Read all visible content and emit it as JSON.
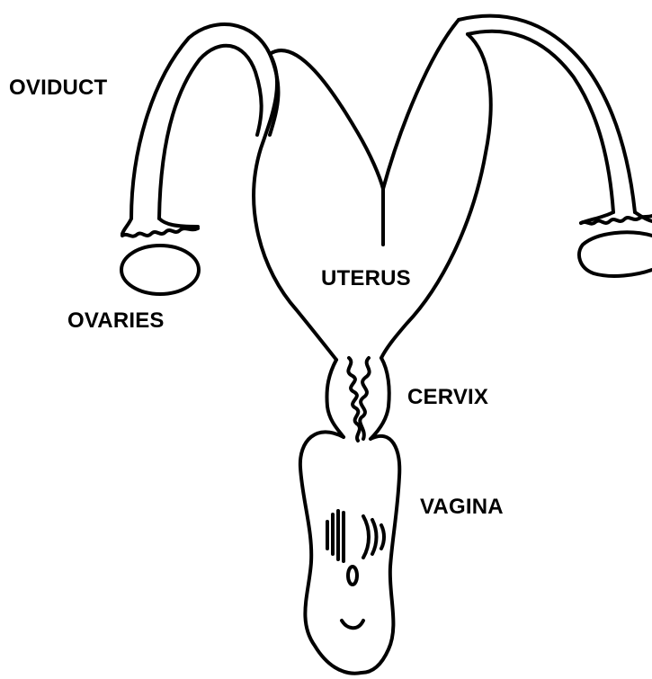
{
  "labels": {
    "oviduct": "OVIDUCT",
    "ovaries": "OVARIES",
    "uterus": "UTERUS",
    "cervix": "CERVIX",
    "vagina": "VAGINA"
  },
  "colors": {
    "stroke": "#000000",
    "background": "#ffffff"
  }
}
